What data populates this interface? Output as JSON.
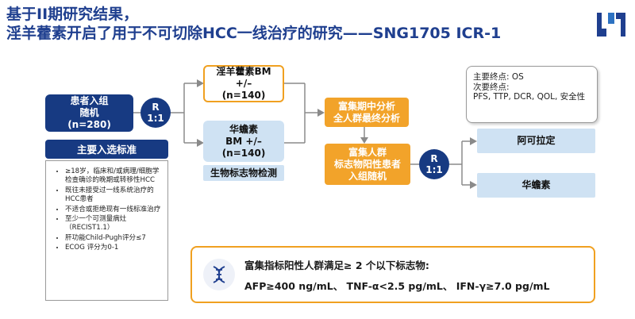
{
  "header": {
    "title_line1": "基于II期研究结果，",
    "title_line2": "淫羊藿素开启了用于不可切除HCC一线治疗的研究——SNG1705 ICR-1"
  },
  "enrollment": {
    "text": "患者入组\n随机\n(n=280)"
  },
  "randomization_1": {
    "r": "R",
    "ratio": "1:1"
  },
  "arm_icaritin": {
    "line1": "淫羊藿素BM",
    "line2": "+/–",
    "line3": "(n=140)"
  },
  "arm_sorafenib": {
    "line1": "华蟾素",
    "line2": "BM +/–",
    "line3": "(n=140)"
  },
  "biomarker_detection": {
    "label": "生物标志物检测"
  },
  "analysis_box": {
    "text": "富集期中分析\n全人群最终分析"
  },
  "enriched_box": {
    "text": "富集人群\n标志物阳性患者\n入组随机"
  },
  "randomization_2": {
    "r": "R",
    "ratio": "1:1"
  },
  "arm_adalimumab": {
    "label": "阿可拉定"
  },
  "arm_huachansu": {
    "label": "华蟾素"
  },
  "criteria": {
    "header": "主要入选标准",
    "items": [
      "≥18岁，临床和/或病理/细胞学检查确诊的晚期或转移性HCC",
      "既往未接受过一线系统治疗的HCC患者",
      "不适合或拒绝现有一线标准治疗",
      "至少一个可测量病灶（RECIST1.1）",
      "肝功能Child-Pugh评分≤7",
      "ECOG 评分为0-1"
    ]
  },
  "endpoints": {
    "primary": "主要终点: OS",
    "secondary_label": "次要终点:",
    "secondary": "PFS, TTP, DCR, QOL, 安全性"
  },
  "biomarker": {
    "icon": "dna-icon",
    "heading": "富集指标阳性人群满足≥ 2 个以下标志物:",
    "markers": "AFP≥400 ng/mL、 TNF-α<2.5 pg/mL、 IFN-γ≥7.0 pg/mL"
  },
  "colors": {
    "navy": "#173a82",
    "orange": "#f0a020",
    "light_blue": "#cfe2f3",
    "title_blue": "#1f3f8f"
  }
}
